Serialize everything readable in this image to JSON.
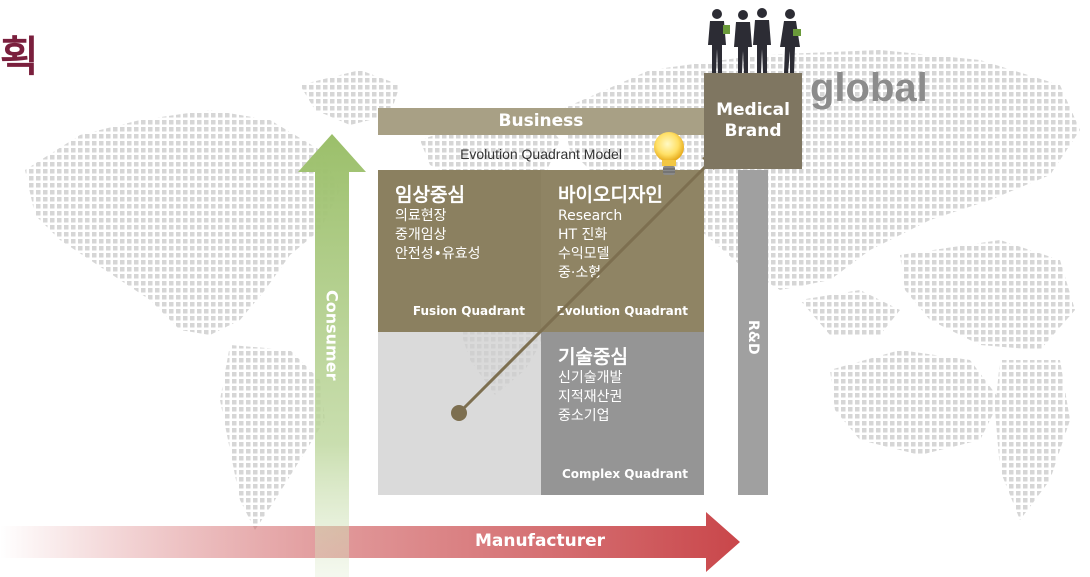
{
  "title": "획",
  "global_label": "global",
  "business_label": "Business",
  "model_label": "Evolution Quadrant Model",
  "medical_brand": {
    "line1": "Medical",
    "line2": "Brand"
  },
  "rd_label": "R&D",
  "consumer_label": "Consumer",
  "manufacturer_label": "Manufacturer",
  "quadrants": {
    "fusion": {
      "title": "임상중심",
      "items": [
        "의료현장",
        "중개임상",
        "안전성•유효성"
      ],
      "caption": "Fusion Quadrant"
    },
    "evolution": {
      "title": "바이오디자인",
      "items": [
        "Research",
        "HT 진화",
        "수익모델",
        "중·소형"
      ],
      "caption": "Evolution Quadrant"
    },
    "complex": {
      "title": "기술중심",
      "items": [
        "신기술개발",
        "지적재산권",
        "중소기업"
      ],
      "caption": "Complex Quadrant"
    }
  },
  "colors": {
    "title": "#7a1f3d",
    "business": "#a8a085",
    "medical_brand": "#7f7661",
    "fusion": "#8b8060",
    "evolution": "#8f8464",
    "complex": "#959595",
    "consumer_arrow": "#9bbf6a",
    "manufacturer_arrow": "#c9464a",
    "rd": "#a0a0a0"
  },
  "icons": [
    "world-map-dots",
    "people-silhouettes-icon",
    "lightbulb-icon"
  ]
}
